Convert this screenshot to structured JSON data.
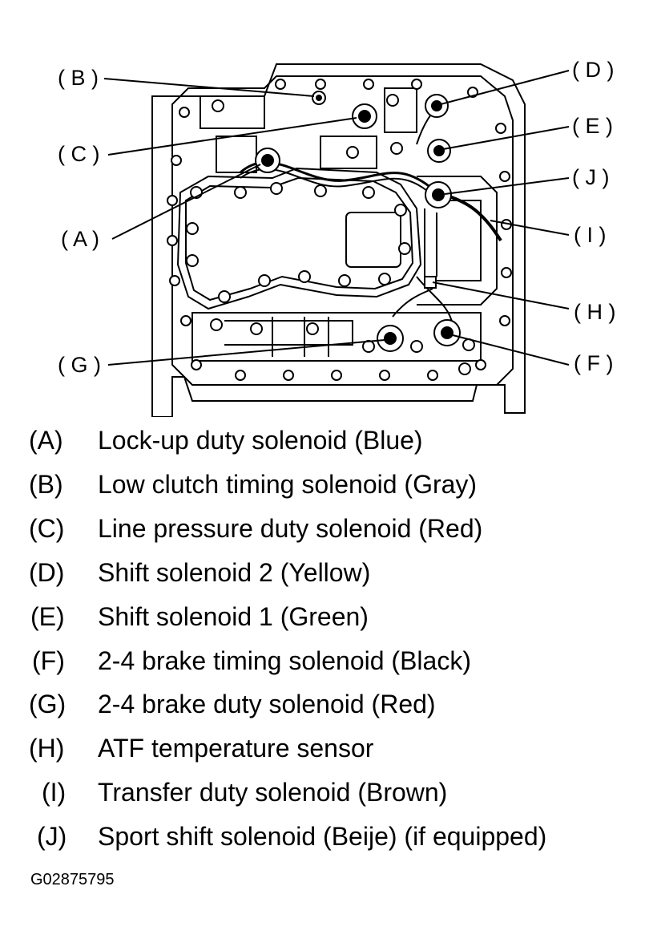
{
  "callouts": {
    "A": "( A )",
    "B": "( B )",
    "C": "( C )",
    "D": "( D )",
    "E": "( E )",
    "F": "( F )",
    "G": "( G )",
    "H": "( H )",
    "I": "( I )",
    "J": "( J )"
  },
  "legend": [
    {
      "code": "(A)",
      "text": "Lock-up duty solenoid (Blue)"
    },
    {
      "code": "(B)",
      "text": "Low clutch timing solenoid (Gray)"
    },
    {
      "code": "(C)",
      "text": "Line pressure duty solenoid (Red)"
    },
    {
      "code": "(D)",
      "text": "Shift solenoid 2 (Yellow)"
    },
    {
      "code": "(E)",
      "text": "Shift solenoid 1 (Green)"
    },
    {
      "code": "(F)",
      "text": "2-4 brake timing solenoid (Black)"
    },
    {
      "code": "(G)",
      "text": "2-4 brake duty solenoid (Red)"
    },
    {
      "code": "(H)",
      "text": "ATF temperature sensor"
    },
    {
      "code": "(I)",
      "text": "Transfer duty solenoid (Brown)"
    },
    {
      "code": "(J)",
      "text": "Sport shift solenoid (Beije) (if equipped)"
    }
  ],
  "figure_id": "G02875795"
}
